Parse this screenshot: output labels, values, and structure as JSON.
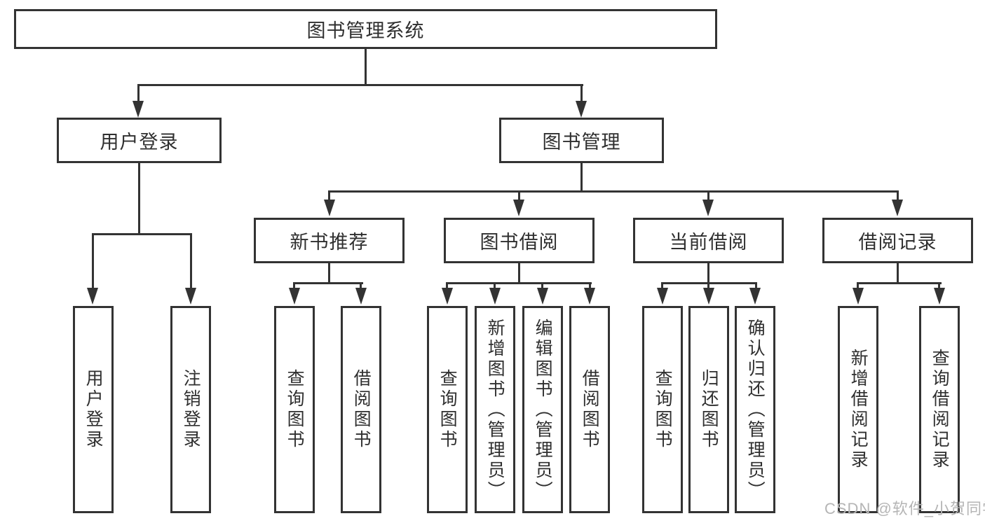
{
  "diagram": {
    "root": {
      "label": "图书管理系统"
    },
    "branches": [
      {
        "label": "用户登录",
        "children": [
          {
            "label": "用户登录"
          },
          {
            "label": "注销登录"
          }
        ]
      },
      {
        "label": "图书管理",
        "children": [
          {
            "label": "新书推荐",
            "children": [
              {
                "label": "查询图书"
              },
              {
                "label": "借阅图书"
              }
            ]
          },
          {
            "label": "图书借阅",
            "children": [
              {
                "label": "查询图书"
              },
              {
                "label": "新增图书（管理员）"
              },
              {
                "label": "编辑图书（管理员）"
              },
              {
                "label": "借阅图书"
              }
            ]
          },
          {
            "label": "当前借阅",
            "children": [
              {
                "label": "查询图书"
              },
              {
                "label": "归还图书"
              },
              {
                "label": "确认归还（管理员）"
              }
            ]
          },
          {
            "label": "借阅记录",
            "children": [
              {
                "label": "新增借阅记录"
              },
              {
                "label": "查询借阅记录"
              }
            ]
          }
        ]
      }
    ]
  },
  "watermark": {
    "text": "CSDN @软件_小贺同学"
  },
  "colors": {
    "line": "#333333",
    "box_border": "#333333",
    "text": "#2f2f2f",
    "watermark": "#b5b5b5",
    "background": "#ffffff"
  }
}
